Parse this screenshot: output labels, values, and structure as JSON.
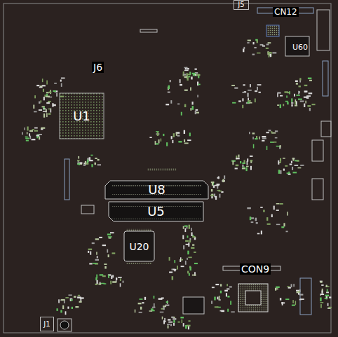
{
  "diagram": {
    "nodes": [
      {
        "text": [
          "J5"
        ]
      },
      {
        "text": [
          "U1"
        ]
      },
      {
        "text": [
          "U8"
        ]
      },
      {
        "text": [
          "U5"
        ]
      },
      {
        "text": [
          "U20"
        ]
      },
      {
        "text": [
          "J1"
        ]
      }
    ],
    "labels": [
      "CN12",
      "U60",
      "J6",
      "CON9"
    ]
  }
}
